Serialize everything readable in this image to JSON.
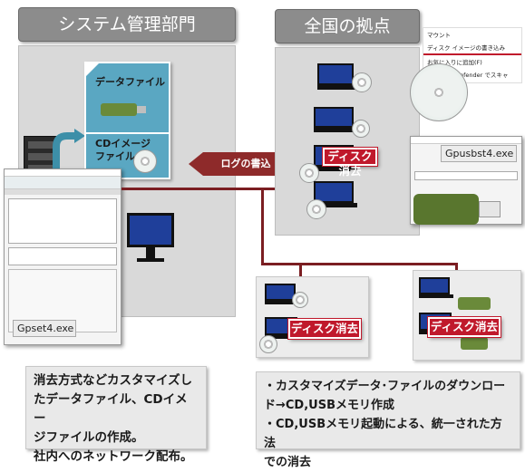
{
  "left_section": {
    "header": "システム管理部門",
    "data_file_label": "データファイル",
    "cd_image_label_1": "CDイメージ",
    "cd_image_label_2": "ファイル",
    "app_caption": "Gpset4.exe",
    "description": [
      "消去方式などカスタマイズし",
      "たデータファイル、CDイメー",
      "ジファイルの作成。",
      "社内へのネットワーク配布。"
    ]
  },
  "right_section": {
    "header": "全国の拠点",
    "context_menu": [
      "マウント",
      "ディスク イメージの書き込み",
      "お気に入りに追加(F)",
      "Windows Defender でスキャ"
    ],
    "app_caption": "Gpusbst4.exe",
    "erase_label": "ディスク消去",
    "description": [
      "・カスタマイズデータ･ファイルのダウンロー",
      "ド→CD,USBメモリ作成",
      "・CD,USBメモリ起動による、統一された方法",
      "での消去"
    ]
  },
  "arrow_label": "ログの書込"
}
